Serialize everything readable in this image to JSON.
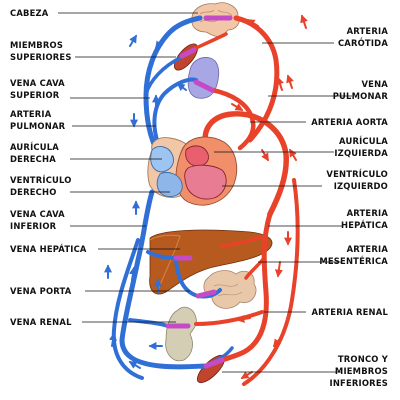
{
  "colors": {
    "artery": "#e8432a",
    "vein": "#2f6fd6",
    "capillary": "#c44ac8"
  },
  "labels": {
    "cabeza": "CABEZA",
    "miembros_sup_1": "MIEMBROS",
    "miembros_sup_2": "SUPERIORES",
    "vena_cava_sup_1": "VENA CAVA",
    "vena_cava_sup_2": "SUPERIOR",
    "arteria_pulm_1": "ARTERIA",
    "arteria_pulm_2": "PULMONAR",
    "auricula_der_1": "AURÍCULA",
    "auricula_der_2": "DERECHA",
    "ventriculo_der_1": "VENTRÍCULO",
    "ventriculo_der_2": "DERECHO",
    "vena_cava_inf_1": "VENA CAVA",
    "vena_cava_inf_2": "INFERIOR",
    "vena_hepatica": "VENA HEPÁTICA",
    "vena_porta": "VENA PORTA",
    "vena_renal": "VENA RENAL",
    "arteria_carotida_1": "ARTERIA",
    "arteria_carotida_2": "CARÓTIDA",
    "vena_pulmonar_1": "VENA",
    "vena_pulmonar_2": "PULMONAR",
    "arteria_aorta": "ARTERIA AORTA",
    "auricula_izq_1": "AURÍCULA",
    "auricula_izq_2": "IZQUIERDA",
    "ventriculo_izq_1": "VENTRÍCULO",
    "ventriculo_izq_2": "IZQUIERDO",
    "arteria_hepatica_1": "ARTERIA",
    "arteria_hepatica_2": "HEPÁTICA",
    "arteria_mesenterica_1": "ARTERIA",
    "arteria_mesenterica_2": "MESENTÉRICA",
    "arteria_renal": "ARTERIA RENAL",
    "tronco_1": "TRONCO Y",
    "tronco_2": "MIEMBROS",
    "tronco_3": "INFERIORES"
  }
}
